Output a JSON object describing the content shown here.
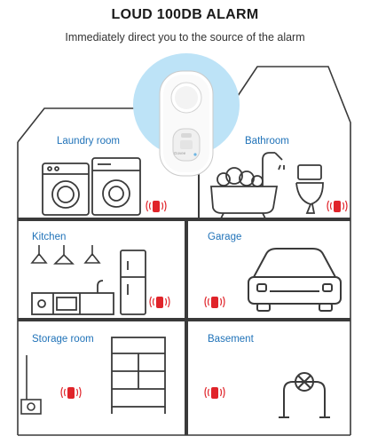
{
  "header": {
    "title": "LOUD 100DB ALARM",
    "subtitle": "Immediately direct you to the source of the alarm"
  },
  "device": {
    "brand": "Govee"
  },
  "rooms": [
    {
      "label": "Laundry room"
    },
    {
      "label": "Bathroom"
    },
    {
      "label": "Kitchen"
    },
    {
      "label": "Garage"
    },
    {
      "label": "Storage room"
    },
    {
      "label": "Basement"
    }
  ],
  "colors": {
    "label_blue": "#1f72b8",
    "alarm_red": "#e0242a",
    "line": "#3a3a3a",
    "halo": "#bde3f7"
  }
}
